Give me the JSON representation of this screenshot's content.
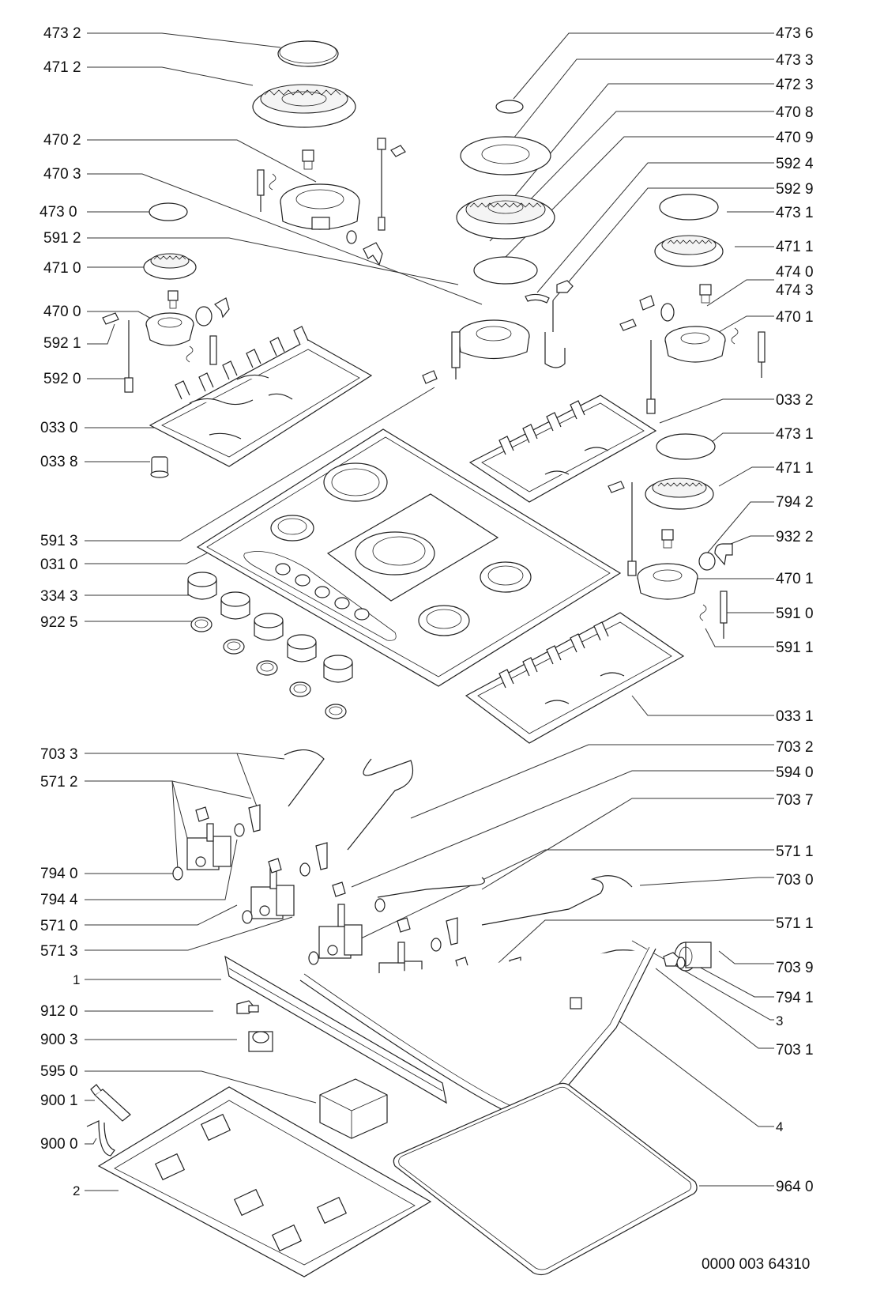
{
  "diagram": {
    "title": "Gas hob exploded parts view",
    "document_number": "0000 003 64310",
    "labels_left": [
      {
        "id": "l-4732",
        "text": "473 2"
      },
      {
        "id": "l-4712",
        "text": "471 2"
      },
      {
        "id": "l-4702",
        "text": "470 2"
      },
      {
        "id": "l-4703",
        "text": "470 3"
      },
      {
        "id": "l-4730",
        "text": "473  0"
      },
      {
        "id": "l-5912",
        "text": "591 2"
      },
      {
        "id": "l-4710",
        "text": "471 0"
      },
      {
        "id": "l-4700",
        "text": "470 0"
      },
      {
        "id": "l-5921",
        "text": "592 1"
      },
      {
        "id": "l-5920",
        "text": "592 0"
      },
      {
        "id": "l-0330",
        "text": "033 0"
      },
      {
        "id": "l-0338",
        "text": "033 8"
      },
      {
        "id": "l-5913",
        "text": "591 3"
      },
      {
        "id": "l-0310",
        "text": "031 0"
      },
      {
        "id": "l-3343",
        "text": "334 3"
      },
      {
        "id": "l-9225",
        "text": "922 5"
      },
      {
        "id": "l-7033",
        "text": "703 3"
      },
      {
        "id": "l-5712",
        "text": "571 2"
      },
      {
        "id": "l-7940",
        "text": "794 0"
      },
      {
        "id": "l-7944",
        "text": "794 4"
      },
      {
        "id": "l-5710",
        "text": "571 0"
      },
      {
        "id": "l-5713",
        "text": "571 3"
      },
      {
        "id": "l-1",
        "text": "1"
      },
      {
        "id": "l-9120",
        "text": "912 0"
      },
      {
        "id": "l-9003",
        "text": "900 3"
      },
      {
        "id": "l-5950",
        "text": "595 0"
      },
      {
        "id": "l-9001",
        "text": "900 1"
      },
      {
        "id": "l-9000",
        "text": "900 0"
      },
      {
        "id": "l-2",
        "text": "2"
      }
    ],
    "labels_right": [
      {
        "id": "r-4736",
        "text": "473 6"
      },
      {
        "id": "r-4733",
        "text": "473 3"
      },
      {
        "id": "r-4723",
        "text": "472 3"
      },
      {
        "id": "r-4708",
        "text": "470 8"
      },
      {
        "id": "r-4709",
        "text": "470 9"
      },
      {
        "id": "r-5924",
        "text": "592 4"
      },
      {
        "id": "r-5929",
        "text": "592 9"
      },
      {
        "id": "r-4731a",
        "text": "473 1"
      },
      {
        "id": "r-4711a",
        "text": "471 1"
      },
      {
        "id": "r-4740",
        "text": "474 0"
      },
      {
        "id": "r-4743",
        "text": "474 3"
      },
      {
        "id": "r-4701a",
        "text": "470 1"
      },
      {
        "id": "r-0332",
        "text": "033 2"
      },
      {
        "id": "r-4731b",
        "text": "473 1"
      },
      {
        "id": "r-4711b",
        "text": "471 1"
      },
      {
        "id": "r-7942",
        "text": "794 2"
      },
      {
        "id": "r-9322",
        "text": "932 2"
      },
      {
        "id": "r-4701b",
        "text": "470 1"
      },
      {
        "id": "r-5910",
        "text": "591 0"
      },
      {
        "id": "r-5911",
        "text": "591 1"
      },
      {
        "id": "r-0331",
        "text": "033 1"
      },
      {
        "id": "r-7032",
        "text": "703 2"
      },
      {
        "id": "r-5940",
        "text": "594 0"
      },
      {
        "id": "r-7037",
        "text": "703 7"
      },
      {
        "id": "r-5711a",
        "text": "571 1"
      },
      {
        "id": "r-7030",
        "text": "703 0"
      },
      {
        "id": "r-5711b",
        "text": "571 1"
      },
      {
        "id": "r-7039",
        "text": "703 9"
      },
      {
        "id": "r-7941",
        "text": "794 1"
      },
      {
        "id": "r-3",
        "text": "3"
      },
      {
        "id": "r-7031",
        "text": "703 1"
      },
      {
        "id": "r-4",
        "text": "4"
      },
      {
        "id": "r-9640",
        "text": "964 0"
      }
    ]
  }
}
